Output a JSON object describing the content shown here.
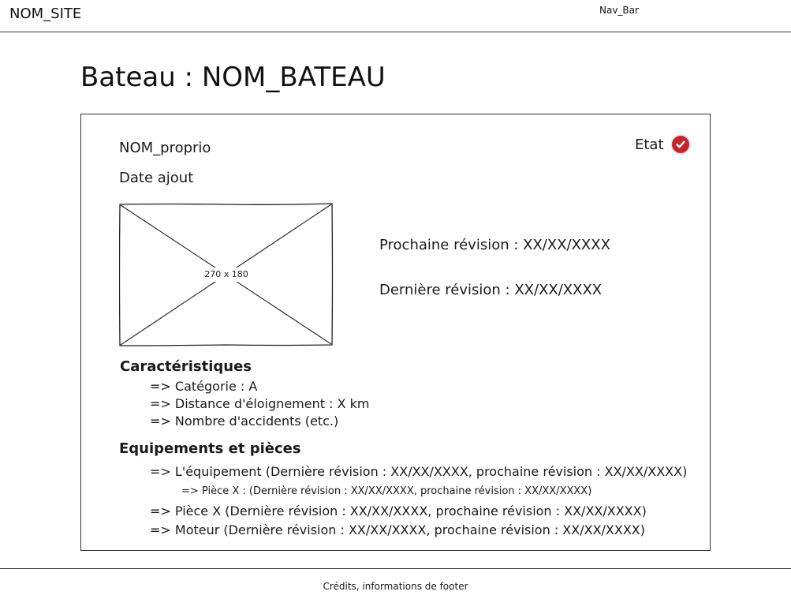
{
  "header": {
    "site_name": "NOM_SITE",
    "nav_bar": "Nav_Bar"
  },
  "page": {
    "title": "Bateau : NOM_BATEAU"
  },
  "card": {
    "owner": "NOM_proprio",
    "date_added": "Date ajout",
    "etat_label": "Etat",
    "etat_icon": "check-circle-icon",
    "image_placeholder": "270 x 180",
    "next_revision": "Prochaine révision : XX/XX/XXXX",
    "last_revision": "Dernière révision : XX/XX/XXXX",
    "characteristics": {
      "title": "Caractéristiques",
      "items": [
        "=> Catégorie : A",
        "=> Distance d'éloignement : X km",
        "=> Nombre d'accidents (etc.)"
      ]
    },
    "equipment": {
      "title": "Equipements et pièces",
      "items": [
        "=> L'équipement (Dernière révision : XX/XX/XXXX, prochaine révision : XX/XX/XXXX)",
        "=> Pièce X : (Dernière révision : XX/XX/XXXX, prochaine révision : XX/XX/XXXX)",
        "=> Pièce X (Dernière révision : XX/XX/XXXX, prochaine révision : XX/XX/XXXX)",
        "=> Moteur (Dernière révision : XX/XX/XXXX, prochaine révision : XX/XX/XXXX)"
      ]
    }
  },
  "footer": {
    "text": "Crédits, informations de footer"
  },
  "colors": {
    "etat_ok": "#c0262d",
    "border": "#333333"
  }
}
